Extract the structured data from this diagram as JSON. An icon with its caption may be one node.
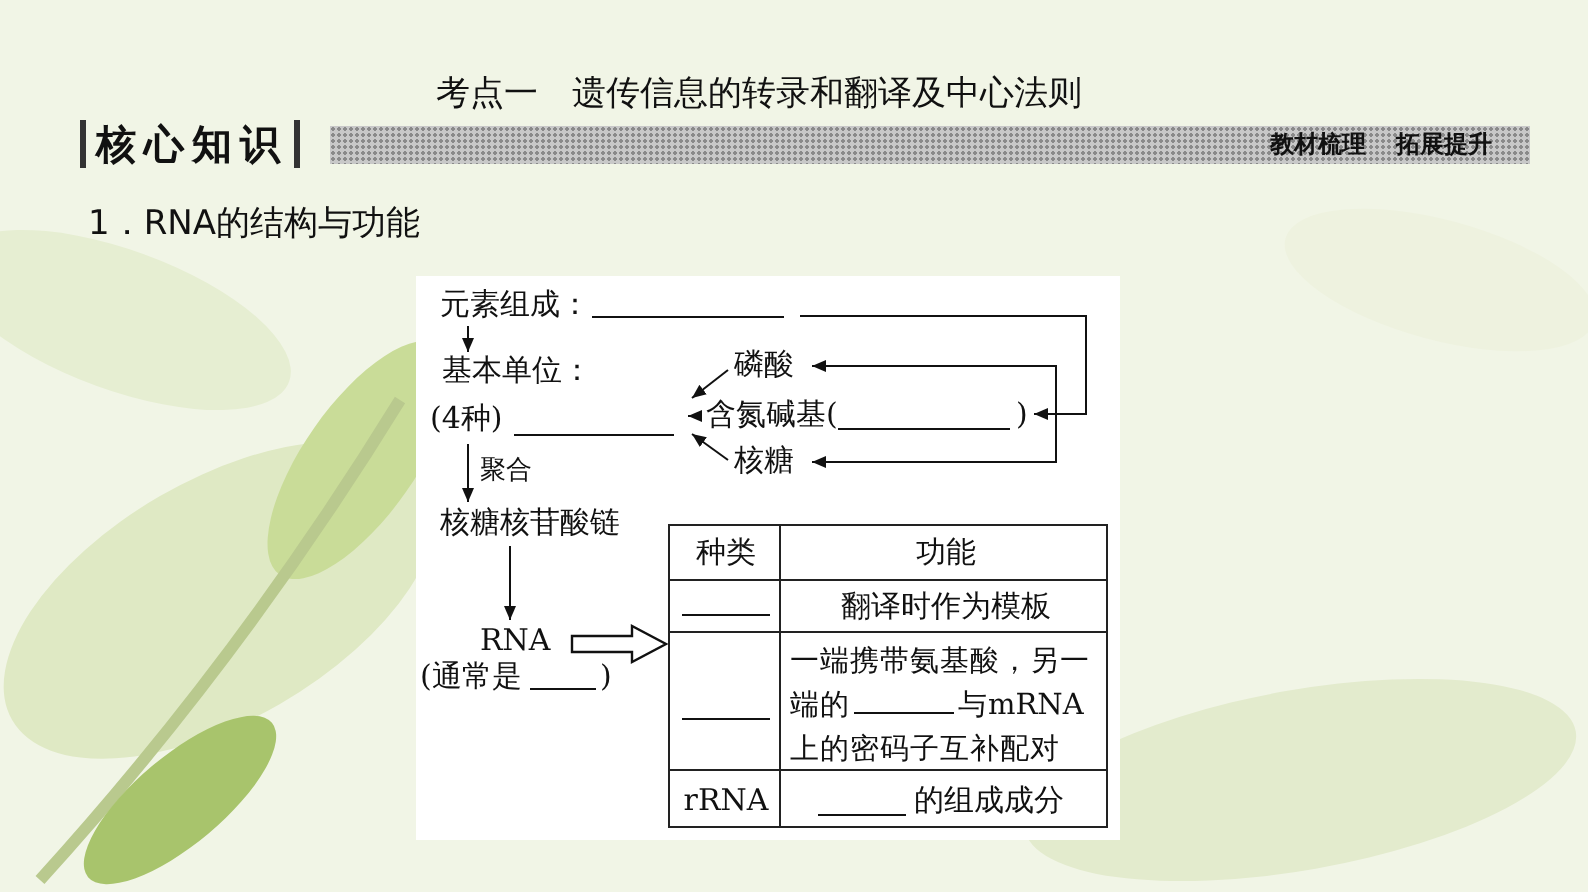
{
  "diagram": {
    "title": "考点一　遗传信息的转录和翻译及中心法则",
    "nodes": [
      {
        "text": [
          "元素组成："
        ]
      },
      {
        "text": [
          "基本单位：",
          "(4种)"
        ]
      },
      {
        "text": [
          "核糖核苷酸链"
        ]
      },
      {
        "text": [
          "RNA",
          "(通常是",
          ")"
        ]
      },
      {
        "text": [
          "磷酸"
        ]
      },
      {
        "text": [
          "含氮碱基(",
          ")"
        ]
      },
      {
        "text": [
          "核糖"
        ]
      },
      {
        "text": [
          "种类",
          "功能",
          "翻译时作为模板",
          "一端携带氨基酸，另一端的",
          "与mRNA上的密码子互补配对",
          "rRNA",
          "的组成成分"
        ]
      }
    ],
    "edges": [
      {
        "from": 0,
        "to": 1,
        "arrow": "to"
      },
      {
        "from": 1,
        "to": 2,
        "arrow": "to",
        "label": "聚合"
      },
      {
        "from": 2,
        "to": 3,
        "arrow": "to"
      },
      {
        "from": 4,
        "to": 1,
        "arrow": "to"
      },
      {
        "from": 5,
        "to": 1,
        "arrow": "to"
      },
      {
        "from": 6,
        "to": 1,
        "arrow": "to"
      },
      {
        "from": 0,
        "to": 4,
        "arrow": "to"
      },
      {
        "from": 0,
        "to": 5,
        "arrow": "to"
      },
      {
        "from": 0,
        "to": 6,
        "arrow": "to"
      },
      {
        "from": 3,
        "to": 7,
        "arrow": "to",
        "style": "thick"
      }
    ],
    "labels": [
      "核心知识",
      "教材梳理",
      "拓展提升",
      "1．RNA的结构与功能"
    ]
  }
}
